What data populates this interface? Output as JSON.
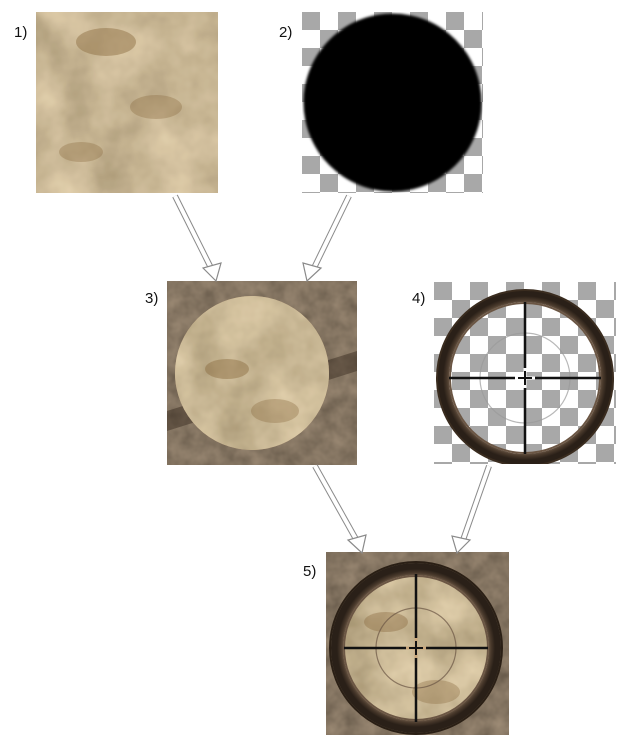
{
  "steps": [
    {
      "label": "1)",
      "content": "noise-texture"
    },
    {
      "label": "2)",
      "content": "circle-alpha-mask"
    },
    {
      "label": "3)",
      "content": "masked-texture"
    },
    {
      "label": "4)",
      "content": "scope-overlay"
    },
    {
      "label": "5)",
      "content": "final-composite"
    }
  ],
  "colors": {
    "sand": "#c9a77c",
    "sand_dark": "#8a6a3f",
    "ground": "#3a2c1f",
    "checker_dark": "#a8a8a8",
    "checker_light": "#ffffff",
    "ring": "#5a4736",
    "crosshair": "#111111"
  }
}
